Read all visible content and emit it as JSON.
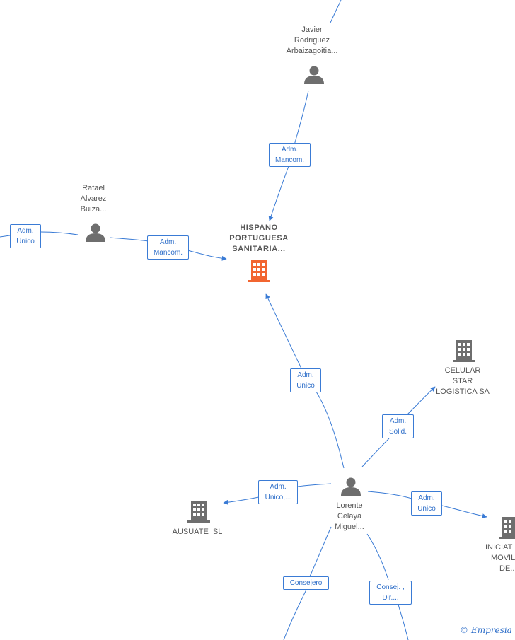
{
  "colors": {
    "edge": "#3a7bd5",
    "person": "#6e6e6e",
    "company": "#6e6e6e",
    "focus_company": "#f26530"
  },
  "center": {
    "lines": [
      "HISPANO",
      "PORTUGUESA",
      "SANITARIA..."
    ]
  },
  "people": {
    "javier": {
      "lines": [
        "Javier",
        "Rodriguez",
        "Arbaizagoitia..."
      ]
    },
    "rafael": {
      "lines": [
        "Rafael",
        "Alvarez",
        "Buiza..."
      ]
    },
    "lorente": {
      "lines": [
        "Lorente",
        "Celaya",
        "Miguel..."
      ]
    }
  },
  "companies": {
    "celular": {
      "lines": [
        "CELULAR",
        "STAR",
        "LOGISTICA SA"
      ]
    },
    "ausuate": {
      "lines": [
        "AUSUATE  SL"
      ]
    },
    "iniciat": {
      "lines": [
        "INICIAT",
        "MOVIL",
        "DE..."
      ]
    }
  },
  "relations": {
    "javier_center": [
      "Adm.",
      "Mancom."
    ],
    "rafael_center": [
      "Adm.",
      "Mancom."
    ],
    "rafael_left": [
      "Adm.",
      "Unico"
    ],
    "lorente_center": [
      "Adm.",
      "Unico"
    ],
    "lorente_celular": [
      "Adm.",
      "Solid."
    ],
    "lorente_ausuate": [
      "Adm.",
      "Unico,..."
    ],
    "lorente_iniciat": [
      "Adm.",
      "Unico"
    ],
    "lorente_consejero": [
      "Consejero"
    ],
    "lorente_consej": [
      "Consej. ,",
      "Dir...."
    ]
  },
  "watermark": {
    "copyright": "©",
    "brand": "Empresia"
  }
}
